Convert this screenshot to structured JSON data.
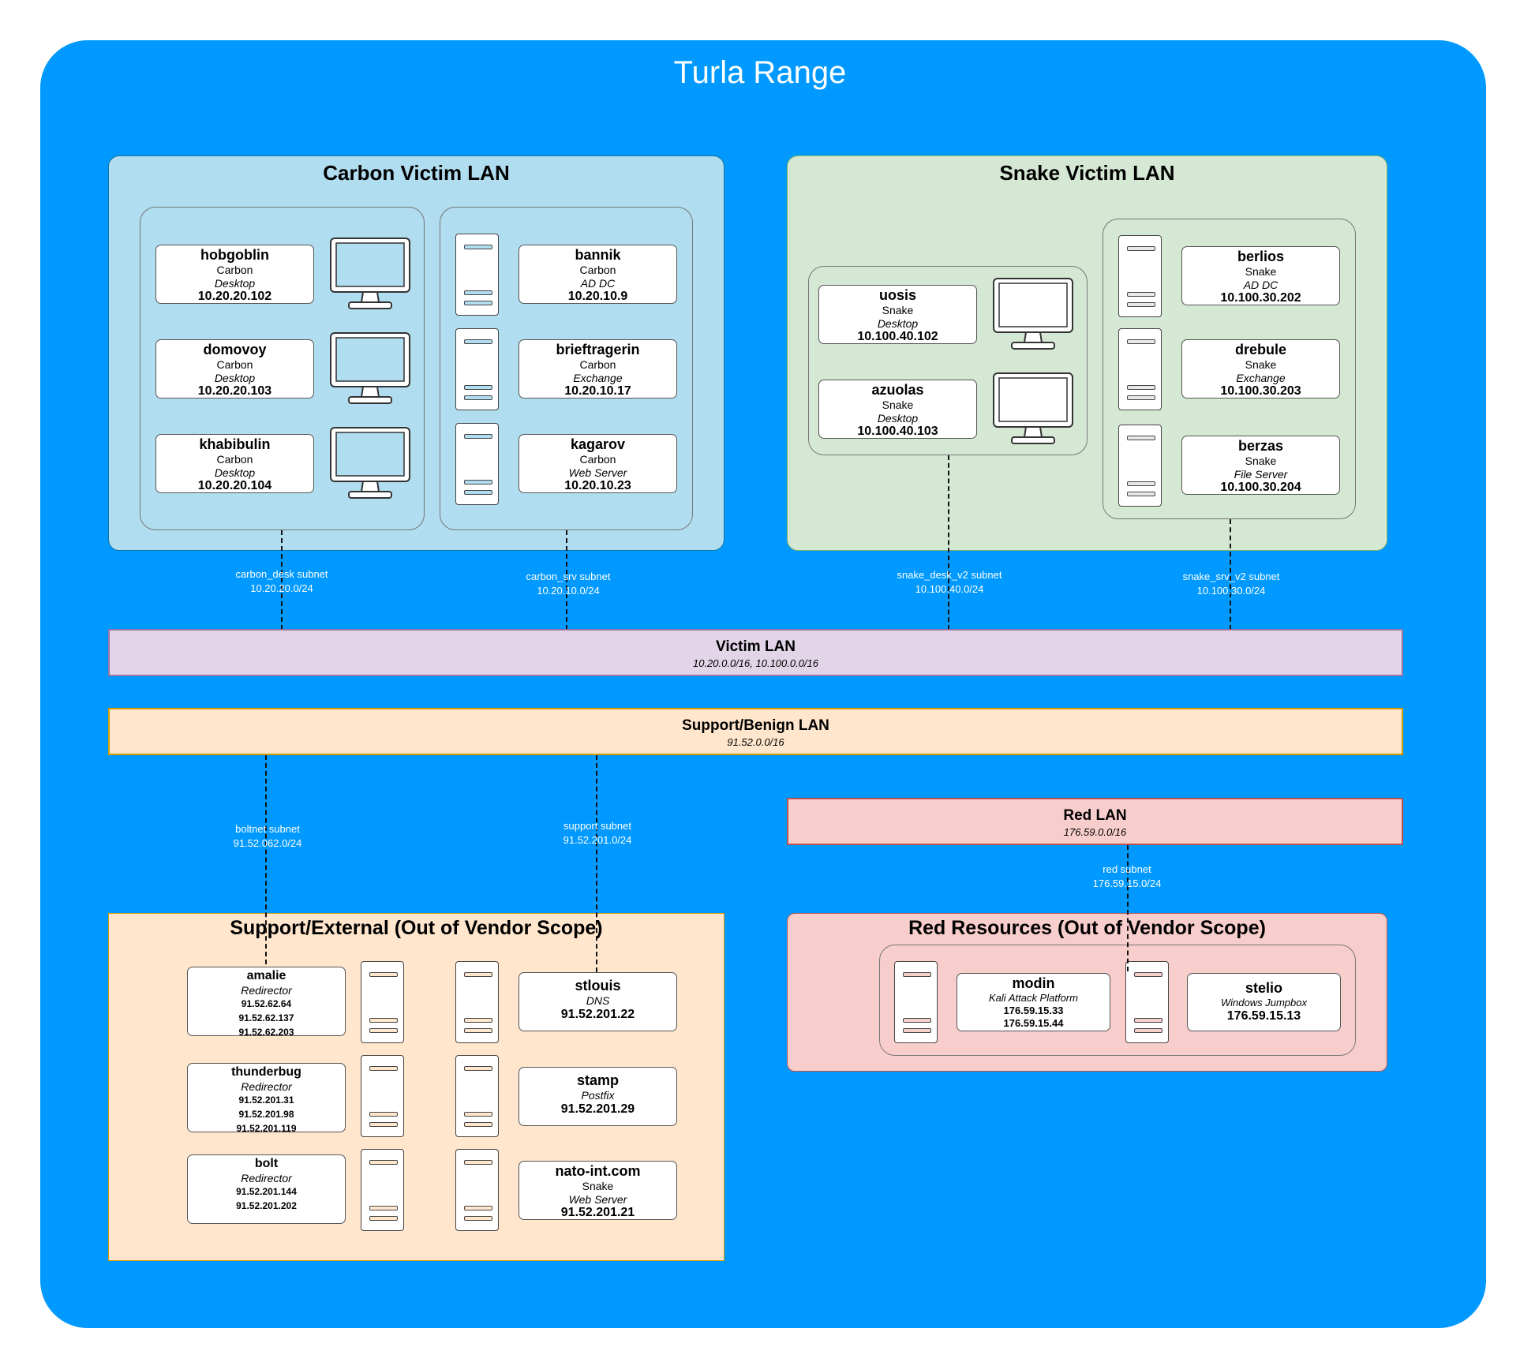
{
  "title": "Turla Range",
  "colors": {
    "range_bg": "#0099ff",
    "carbon_zone": "#b1ddf0",
    "snake_zone": "#d5e8d4",
    "victim_lan": "#e1d5e7",
    "support_lan": "#ffe6cc",
    "red_lan": "#f8cecc",
    "support_zone": "#ffe6cc",
    "red_zone": "#f8cecc"
  },
  "carbon": {
    "title": "Carbon Victim LAN",
    "desktops": [
      {
        "name": "hobgoblin",
        "os": "Carbon",
        "role": "Desktop",
        "ip": "10.20.20.102"
      },
      {
        "name": "domovoy",
        "os": "Carbon",
        "role": "Desktop",
        "ip": "10.20.20.103"
      },
      {
        "name": "khabibulin",
        "os": "Carbon",
        "role": "Desktop",
        "ip": "10.20.20.104"
      }
    ],
    "servers": [
      {
        "name": "bannik",
        "os": "Carbon",
        "role": "AD DC",
        "ip": "10.20.10.9"
      },
      {
        "name": "brieftragerin",
        "os": "Carbon",
        "role": "Exchange",
        "ip": "10.20.10.17"
      },
      {
        "name": "kagarov",
        "os": "Carbon",
        "role": "Web Server",
        "ip": "10.20.10.23"
      }
    ]
  },
  "snake": {
    "title": "Snake Victim LAN",
    "desktops": [
      {
        "name": "uosis",
        "os": "Snake",
        "role": "Desktop",
        "ip": "10.100.40.102"
      },
      {
        "name": "azuolas",
        "os": "Snake",
        "role": "Desktop",
        "ip": "10.100.40.103"
      }
    ],
    "servers": [
      {
        "name": "berlios",
        "os": "Snake",
        "role": "AD DC",
        "ip": "10.100.30.202"
      },
      {
        "name": "drebule",
        "os": "Snake",
        "role": "Exchange",
        "ip": "10.100.30.203"
      },
      {
        "name": "berzas",
        "os": "Snake",
        "role": "File Server",
        "ip": "10.100.30.204"
      }
    ]
  },
  "subnets": {
    "carbon_desk": {
      "name": "carbon_desk subnet",
      "cidr": "10.20.20.0/24"
    },
    "carbon_srv": {
      "name": "carbon_srv subnet",
      "cidr": "10.20.10.0/24"
    },
    "snake_desk": {
      "name": "snake_desk_v2 subnet",
      "cidr": "10.100.40.0/24"
    },
    "snake_srv": {
      "name": "snake_srv_v2 subnet",
      "cidr": "10.100.30.0/24"
    },
    "boltnet": {
      "name": "boltnet subnet",
      "cidr": "91.52.062.0/24"
    },
    "support": {
      "name": "support subnet",
      "cidr": "91.52.201.0/24"
    },
    "red": {
      "name": "red subnet",
      "cidr": "176.59.15.0/24"
    }
  },
  "victim_lan": {
    "title": "Victim LAN",
    "cidr": "10.20.0.0/16, 10.100.0.0/16"
  },
  "support_lan": {
    "title": "Support/Benign LAN",
    "cidr": "91.52.0.0/16"
  },
  "red_lan": {
    "title": "Red LAN",
    "cidr": "176.59.0.0/16"
  },
  "support_ext": {
    "title": "Support/External (Out of Vendor Scope)",
    "redirectors": [
      {
        "name": "amalie",
        "role": "Redirector",
        "ips": [
          "91.52.62.64",
          "91.52.62.137",
          "91.52.62.203"
        ]
      },
      {
        "name": "thunderbug",
        "role": "Redirector",
        "ips": [
          "91.52.201.31",
          "91.52.201.98",
          "91.52.201.119"
        ]
      },
      {
        "name": "bolt",
        "role": "Redirector",
        "ips": [
          "91.52.201.144",
          "91.52.201.202"
        ]
      }
    ],
    "services": [
      {
        "name": "stlouis",
        "role": "DNS",
        "ip": "91.52.201.22"
      },
      {
        "name": "stamp",
        "role": "Postfix",
        "ip": "91.52.201.29"
      },
      {
        "name": "nato-int.com",
        "os": "Snake",
        "role": "Web Server",
        "ip": "91.52.201.21"
      }
    ]
  },
  "red_res": {
    "title": "Red Resources (Out of Vendor Scope)",
    "hosts": [
      {
        "name": "modin",
        "role": "Kali Attack Platform",
        "ips": [
          "176.59.15.33",
          "176.59.15.44"
        ]
      },
      {
        "name": "stelio",
        "role": "Windows Jumpbox",
        "ip": "176.59.15.13"
      }
    ]
  }
}
